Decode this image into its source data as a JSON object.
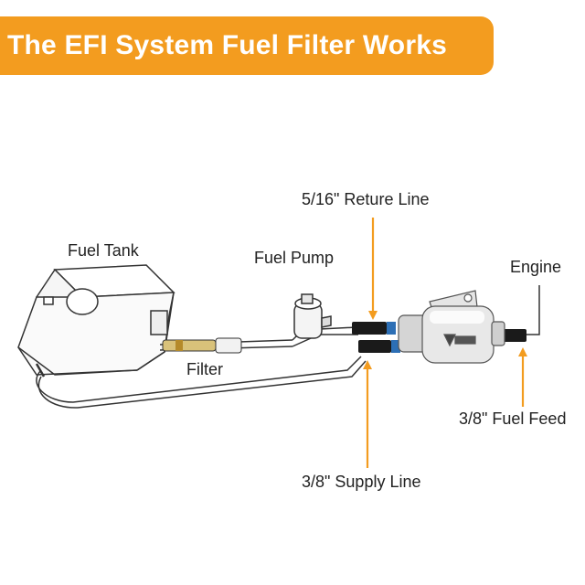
{
  "banner": {
    "title": "The EFI System Fuel Filter Works",
    "color": "#F39C1F"
  },
  "labels": {
    "fuel_tank": "Fuel Tank",
    "fuel_pump": "Fuel Pump",
    "filter": "Filter",
    "return_line": "5/16\" Reture Line",
    "engine": "Engine",
    "fuel_feed": "3/8\" Fuel Feed",
    "supply_line": "3/8\" Supply Line"
  },
  "colors": {
    "pointer": "#F39C1F",
    "line": "#333333",
    "text": "#222222"
  }
}
